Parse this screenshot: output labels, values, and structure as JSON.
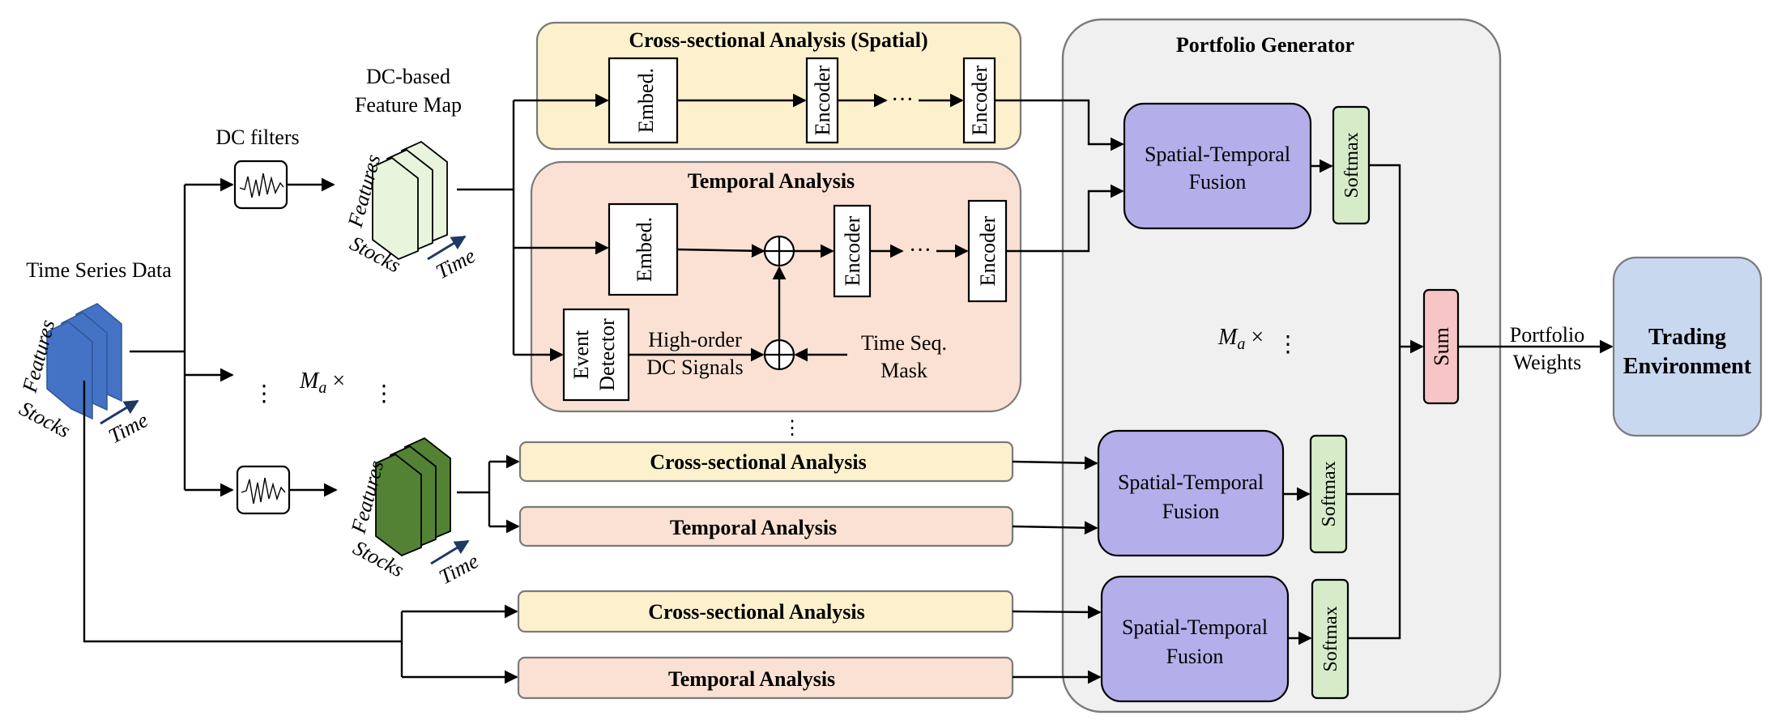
{
  "colors": {
    "cross_panel": "#fdf1cd",
    "temporal_panel": "#fae1d3",
    "generator_panel": "#f0f0f0",
    "fusion": "#b4aeea",
    "softmax": "#d6ecc9",
    "sum": "#f7c5c5",
    "env": "#c8d8ef",
    "cube_blue": "#4472c4",
    "cube_light_green": "#e8f5dc",
    "cube_dark_green": "#548235",
    "time_arrow": "#1f3864"
  },
  "input": {
    "title": "Time Series Data",
    "features": "Features",
    "stocks": "Stocks",
    "time": "Time"
  },
  "filters": {
    "label": "DC filters"
  },
  "feature_map": {
    "label_line1": "DC-based",
    "label_line2": "Feature Map",
    "features": "Features",
    "stocks": "Stocks",
    "time": "Time",
    "ma_symbol": "M",
    "ma_sub": "a",
    "times": " ×"
  },
  "cross_section": {
    "title": "Cross-sectional Analysis (Spatial)",
    "embed": "Embed.",
    "encoder": "Encoder",
    "dots": "···"
  },
  "temporal": {
    "title": "Temporal Analysis",
    "embed": "Embed.",
    "encoder": "Encoder",
    "dots": "···",
    "event_line1": "Event",
    "event_line2": "Detector",
    "hod_line1": "High-order",
    "hod_line2": "DC Signals",
    "mask_line1": "Time Seq.",
    "mask_line2": "Mask"
  },
  "branch_boxes": {
    "cross": "Cross-sectional Analysis",
    "temporal": "Temporal Analysis"
  },
  "generator": {
    "title": "Portfolio Generator",
    "fusion_line1": "Spatial-Temporal",
    "fusion_line2": "Fusion",
    "softmax": "Softmax",
    "sum": "Sum",
    "ma_symbol": "M",
    "ma_sub": "a",
    "times": " ×"
  },
  "output": {
    "weights_line1": "Portfolio",
    "weights_line2": "Weights",
    "env_line1": "Trading",
    "env_line2": "Environment"
  }
}
